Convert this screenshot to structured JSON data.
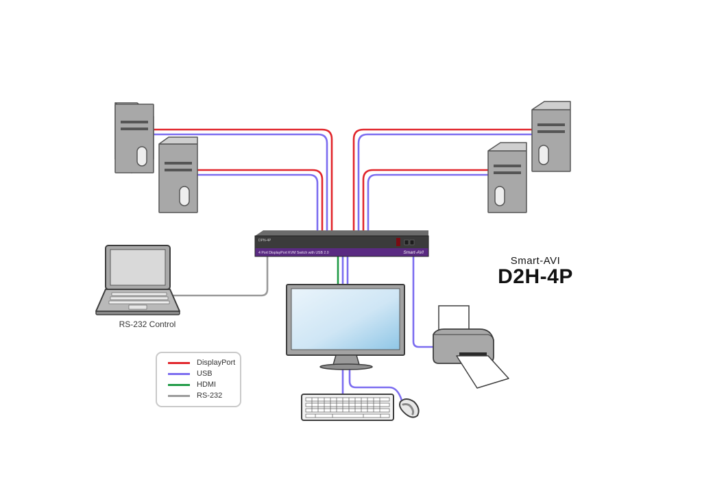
{
  "device": {
    "model_tag": "DPN-4P",
    "description": "4 Port DisplayPort KVM Switch with USB 2.0",
    "brand": "Smart-AVI"
  },
  "brand_block": {
    "brand": "Smart-AVI",
    "model": "D2H-4P"
  },
  "laptop": {
    "caption": "RS-232 Control"
  },
  "legend": {
    "items": [
      {
        "label": "DisplayPort",
        "color": "#e1252b"
      },
      {
        "label": "USB",
        "color": "#7b6cf0"
      },
      {
        "label": "HDMI",
        "color": "#1f9a45"
      },
      {
        "label": "RS-232",
        "color": "#9a9a9a"
      }
    ]
  },
  "colors": {
    "displayport": "#e1252b",
    "usb": "#7b6cf0",
    "hdmi": "#1f9a45",
    "rs232": "#9a9a9a",
    "switch_body": "#3b3b3b",
    "switch_stripe": "#5a2a82",
    "tower": "#a8a8a8"
  }
}
